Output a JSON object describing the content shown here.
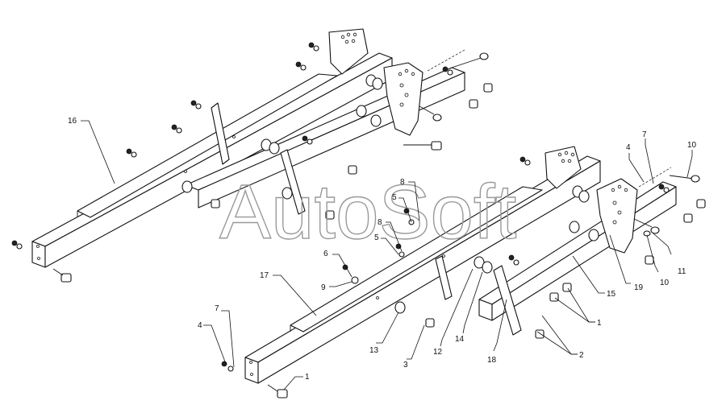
{
  "watermark": "AutoSoft",
  "callouts": [
    {
      "id": "c16a",
      "text": "16"
    },
    {
      "id": "c17",
      "text": "17"
    },
    {
      "id": "c7a",
      "text": "7"
    },
    {
      "id": "c4a",
      "text": "4"
    },
    {
      "id": "c1a",
      "text": "1"
    },
    {
      "id": "c6",
      "text": "6"
    },
    {
      "id": "c9",
      "text": "9"
    },
    {
      "id": "c13",
      "text": "13"
    },
    {
      "id": "c3",
      "text": "3"
    },
    {
      "id": "c12",
      "text": "12"
    },
    {
      "id": "c14",
      "text": "14"
    },
    {
      "id": "c18",
      "text": "18"
    },
    {
      "id": "c2",
      "text": "2"
    },
    {
      "id": "c1b",
      "text": "1"
    },
    {
      "id": "c15",
      "text": "15"
    },
    {
      "id": "c19",
      "text": "19"
    },
    {
      "id": "c10a",
      "text": "10"
    },
    {
      "id": "c11",
      "text": "11"
    },
    {
      "id": "c10b",
      "text": "10"
    },
    {
      "id": "c7b",
      "text": "7"
    },
    {
      "id": "c4b",
      "text": "4"
    },
    {
      "id": "c8a",
      "text": "8"
    },
    {
      "id": "c5a",
      "text": "5"
    },
    {
      "id": "c8b",
      "text": "8"
    },
    {
      "id": "c5b",
      "text": "5"
    }
  ]
}
